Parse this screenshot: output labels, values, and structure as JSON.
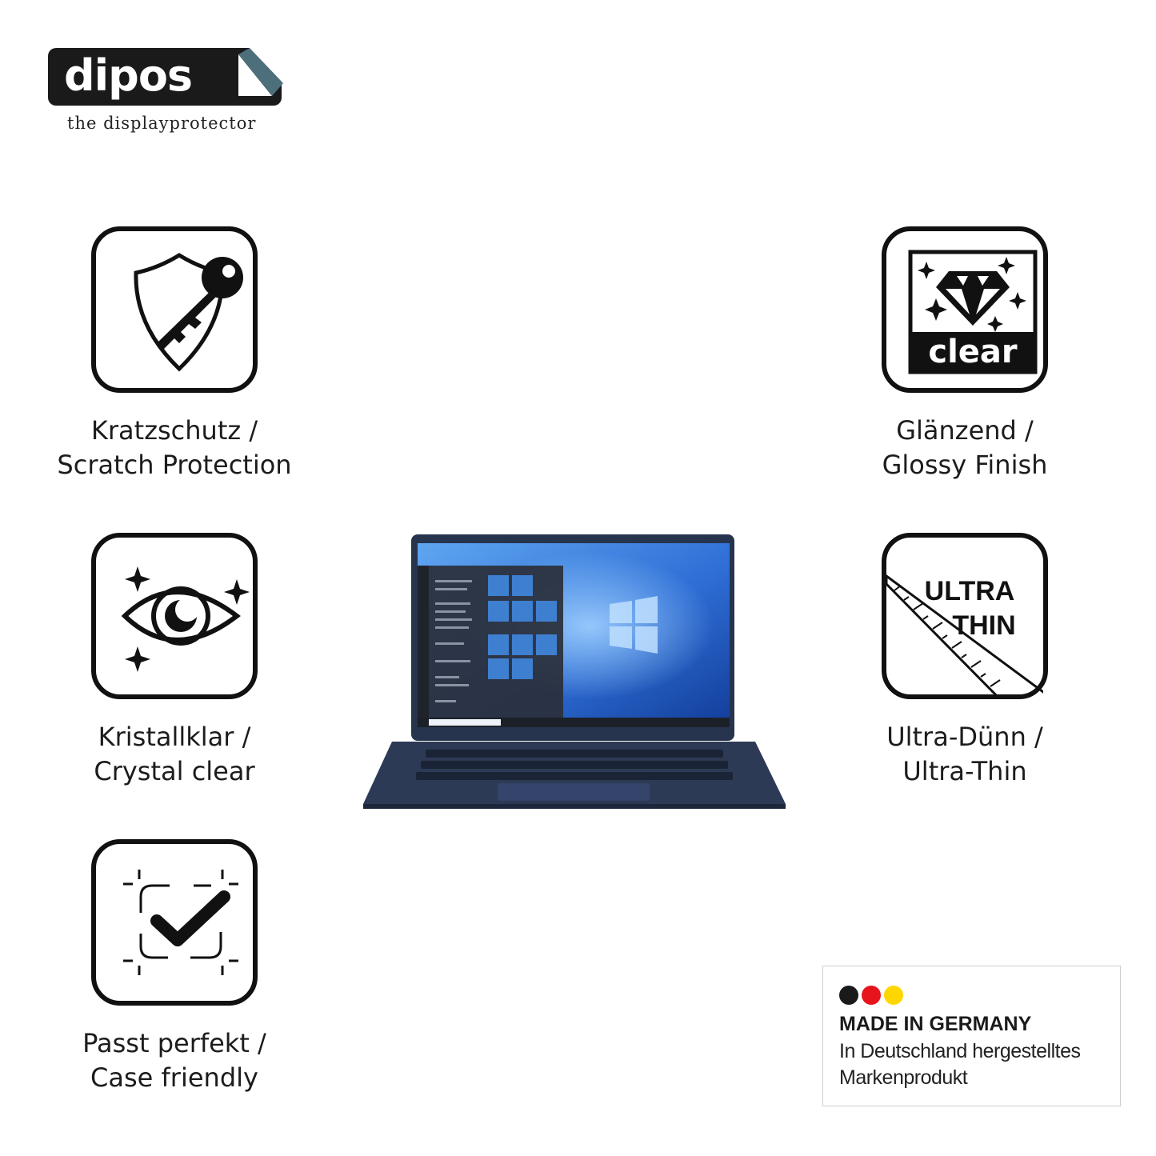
{
  "brand": {
    "name": "dipos",
    "tagline": "the displayprotector"
  },
  "features": [
    {
      "icon": "shield-key-icon",
      "line1": "Kratzschutz /",
      "line2": "Scratch Protection"
    },
    {
      "icon": "diamond-clear-icon",
      "line1": "Glänzend /",
      "line2": "Glossy Finish",
      "icon_text": "clear"
    },
    {
      "icon": "eye-icon",
      "line1": "Kristallklar /",
      "line2": "Crystal clear"
    },
    {
      "icon": "ultra-thin-ruler-icon",
      "line1": "Ultra-Dünn /",
      "line2": "Ultra-Thin",
      "icon_text_1": "ULTRA",
      "icon_text_2": "THIN"
    },
    {
      "icon": "checkmark-frame-icon",
      "line1": "Passt perfekt /",
      "line2": "Case friendly"
    }
  ],
  "badge": {
    "title": "MADE IN GERMANY",
    "line1": "In Deutschland hergestelltes",
    "line2": "Markenprodukt",
    "flag_colors": [
      "#1a1a1a",
      "#e8141c",
      "#ffd700"
    ]
  },
  "colors": {
    "icon_stroke": "#111111",
    "laptop_body": "#2c3a55",
    "screen_blue": "#2f6fd6"
  }
}
